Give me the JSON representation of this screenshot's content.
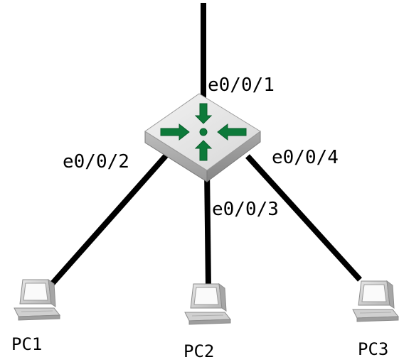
{
  "switch": {
    "icon": "l3-switch-icon",
    "arrow_color": "#0d7a3a"
  },
  "ports": {
    "uplink": "e0/0/1",
    "pc1": "e0/0/2",
    "pc2": "e0/0/3",
    "pc3": "e0/0/4"
  },
  "hosts": {
    "pc1": "PC1",
    "pc2": "PC2",
    "pc3": "PC3"
  }
}
